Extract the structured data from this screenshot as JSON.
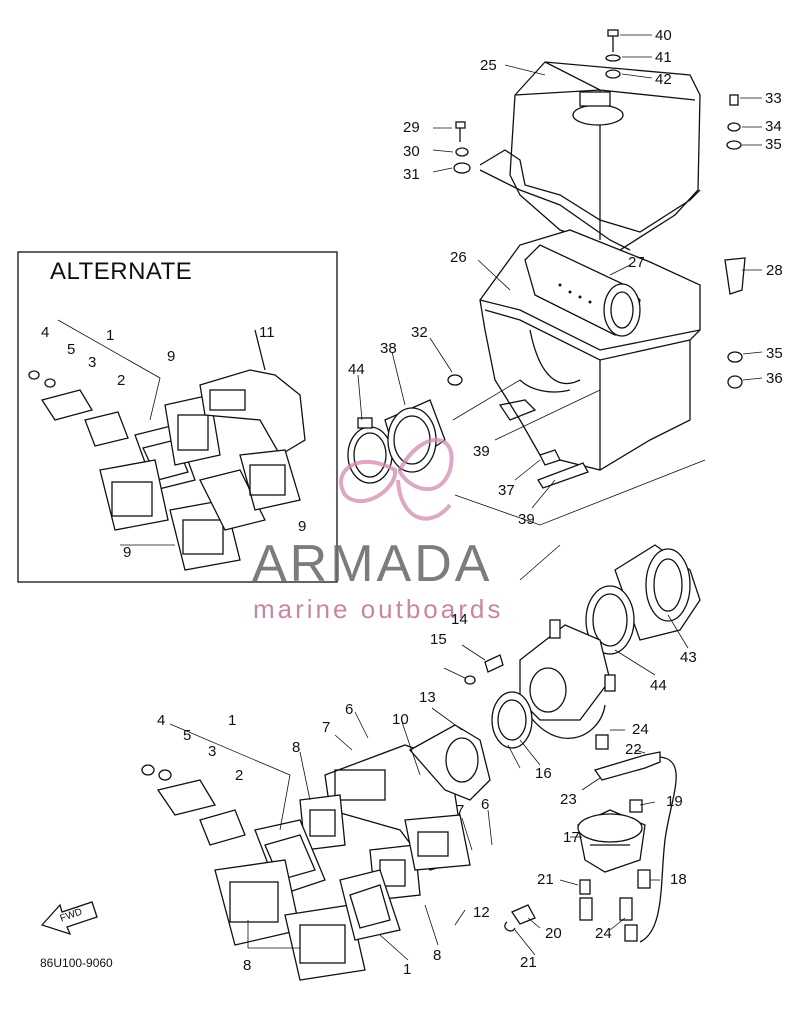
{
  "diagram": {
    "alternate_title": "ALTERNATE",
    "drawing_code": "86U100-9060",
    "fwd_label": "FWD",
    "watermark": {
      "brand": "ARMADA",
      "tagline": "marine outboards"
    },
    "callouts": [
      "40",
      "41",
      "42",
      "25",
      "29",
      "30",
      "31",
      "33",
      "34",
      "35",
      "26",
      "27",
      "28",
      "32",
      "38",
      "44",
      "35",
      "36",
      "39",
      "37",
      "39",
      "4",
      "5",
      "3",
      "1",
      "2",
      "9",
      "11",
      "9",
      "9",
      "43",
      "14",
      "15",
      "44",
      "4",
      "1",
      "5",
      "3",
      "6",
      "7",
      "8",
      "2",
      "13",
      "10",
      "16",
      "24",
      "22",
      "19",
      "23",
      "17",
      "7",
      "6",
      "21",
      "18",
      "12",
      "20",
      "24",
      "8",
      "1",
      "8",
      "21"
    ]
  }
}
